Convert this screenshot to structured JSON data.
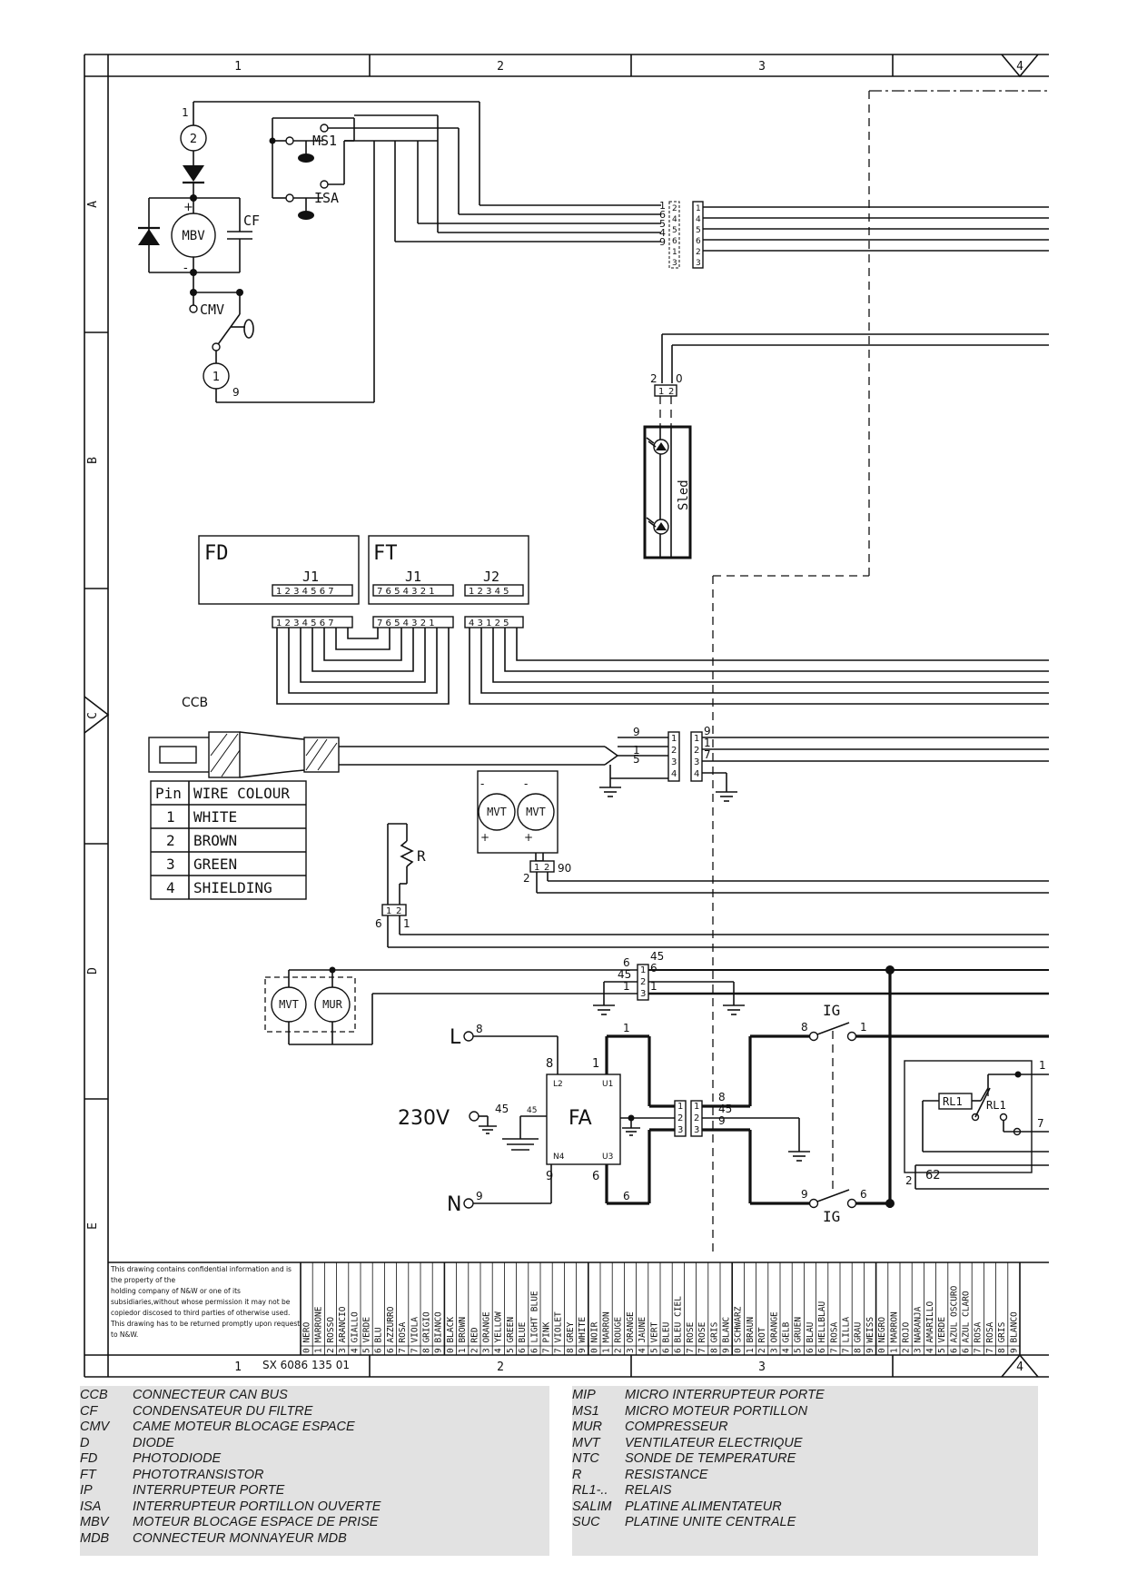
{
  "frame": {
    "columns": [
      "1",
      "2",
      "3",
      "4"
    ],
    "rows": [
      "A",
      "B",
      "C",
      "D",
      "E"
    ],
    "drawing_number": "SX 6086 135 01"
  },
  "confidential_note": [
    "This drawing contains confidential information and is",
    "the property of the",
    "holding company of N&W or one of its",
    "subsidiaries,without whose permission it may not be",
    "copiedor discosed to third parties of otherwise used.",
    "This drawing has to be returned promptly upon request",
    "to N&W."
  ],
  "components": {
    "ms1": "MS1",
    "isa": "ISA",
    "mbv": "MBV",
    "cf": "CF",
    "cmv": "CMV",
    "sled": "Sled",
    "fd": "FD",
    "ft": "FT",
    "j1": "J1",
    "j2": "J2",
    "ccb": "CCB",
    "mvt": "MVT",
    "mur": "MUR",
    "r": "R",
    "fa": "FA",
    "ig": "IG",
    "rl1": "RL1",
    "l": "L",
    "n": "N",
    "v230": "230V",
    "fa_l2": "L2",
    "fa_u1": "U1",
    "fa_n4": "N4",
    "fa_u3": "U3",
    "fa_45": "45"
  },
  "ccb_table": {
    "headers": [
      "Pin",
      "WIRE COLOUR"
    ],
    "rows": [
      [
        "1",
        "WHITE"
      ],
      [
        "2",
        "BROWN"
      ],
      [
        "3",
        "GREEN"
      ],
      [
        "4",
        "SHIELDING"
      ]
    ]
  },
  "colour_code_table": [
    [
      "0",
      "NERO"
    ],
    [
      "1",
      "MARRONE"
    ],
    [
      "2",
      "ROSSO"
    ],
    [
      "3",
      "ARANCIO"
    ],
    [
      "4",
      "GIALLO"
    ],
    [
      "5",
      "VERDE"
    ],
    [
      "6",
      "BLU"
    ],
    [
      "6",
      "AZZURRO"
    ],
    [
      "7",
      "ROSA"
    ],
    [
      "7",
      "VIOLA"
    ],
    [
      "8",
      "GRIGIO"
    ],
    [
      "9",
      "BIANCO"
    ],
    [
      "0",
      "BLACK"
    ],
    [
      "1",
      "BROWN"
    ],
    [
      "2",
      "RED"
    ],
    [
      "3",
      "ORANGE"
    ],
    [
      "4",
      "YELLOW"
    ],
    [
      "5",
      "GREEN"
    ],
    [
      "6",
      "BLUE"
    ],
    [
      "6",
      "LIGHT BLUE"
    ],
    [
      "7",
      "PINK"
    ],
    [
      "7",
      "VIOLET"
    ],
    [
      "8",
      "GREY"
    ],
    [
      "9",
      "WHITE"
    ],
    [
      "0",
      "NOIR"
    ],
    [
      "1",
      "MARRON"
    ],
    [
      "2",
      "ROUGE"
    ],
    [
      "3",
      "ORANGE"
    ],
    [
      "4",
      "JAUNE"
    ],
    [
      "5",
      "VERT"
    ],
    [
      "6",
      "BLEU"
    ],
    [
      "6",
      "BLEU CIEL"
    ],
    [
      "7",
      "ROSE"
    ],
    [
      "7",
      "ROSE"
    ],
    [
      "8",
      "GRIS"
    ],
    [
      "9",
      "BLANC"
    ],
    [
      "0",
      "SCHWARZ"
    ],
    [
      "1",
      "BRAUN"
    ],
    [
      "2",
      "ROT"
    ],
    [
      "3",
      "ORANGE"
    ],
    [
      "4",
      "GELB"
    ],
    [
      "5",
      "GRUEN"
    ],
    [
      "6",
      "BLAU"
    ],
    [
      "6",
      "HELLBLAU"
    ],
    [
      "7",
      "ROSA"
    ],
    [
      "7",
      "LILLA"
    ],
    [
      "8",
      "GRAU"
    ],
    [
      "9",
      "WEISS"
    ],
    [
      "0",
      "NEGRO"
    ],
    [
      "1",
      "MARRON"
    ],
    [
      "2",
      "ROJO"
    ],
    [
      "3",
      "NARANJA"
    ],
    [
      "4",
      "AMARILLO"
    ],
    [
      "5",
      "VERDE"
    ],
    [
      "6",
      "AZUL OSCURO"
    ],
    [
      "6",
      "AZUL CLARO"
    ],
    [
      "7",
      "ROSA"
    ],
    [
      "7",
      "ROSA"
    ],
    [
      "8",
      "GRIS"
    ],
    [
      "9",
      "BLANCO"
    ]
  ],
  "legend_left": [
    {
      "code": "CCB",
      "desc": "CONNECTEUR CAN BUS"
    },
    {
      "code": "CF",
      "desc": "CONDENSATEUR DU FILTRE"
    },
    {
      "code": "CMV",
      "desc": "CAME MOTEUR BLOCAGE ESPACE"
    },
    {
      "code": "D",
      "desc": "DIODE"
    },
    {
      "code": "FD",
      "desc": "PHOTODIODE"
    },
    {
      "code": "FT",
      "desc": "PHOTOTRANSISTOR"
    },
    {
      "code": "IP",
      "desc": "INTERRUPTEUR PORTE"
    },
    {
      "code": "ISA",
      "desc": "INTERRUPTEUR PORTILLON OUVERTE"
    },
    {
      "code": "MBV",
      "desc": "MOTEUR BLOCAGE ESPACE DE PRISE"
    },
    {
      "code": "MDB",
      "desc": "CONNECTEUR  MONNAYEUR MDB"
    }
  ],
  "legend_right": [
    {
      "code": "MIP",
      "desc": "MICRO INTERRUPTEUR PORTE"
    },
    {
      "code": "MS1",
      "desc": "MICRO MOTEUR PORTILLON"
    },
    {
      "code": "MUR",
      "desc": "COMPRESSEUR"
    },
    {
      "code": "MVT",
      "desc": "VENTILATEUR ELECTRIQUE"
    },
    {
      "code": "NTC",
      "desc": "SONDE DE TEMPERATURE"
    },
    {
      "code": "R",
      "desc": "RESISTANCE"
    },
    {
      "code": "RL1-..",
      "desc": "RELAIS"
    },
    {
      "code": "SALIM",
      "desc": "PLATINE ALIMENTATEUR"
    },
    {
      "code": "SUC",
      "desc": "PLATINE UNITE CENTRALE"
    }
  ]
}
